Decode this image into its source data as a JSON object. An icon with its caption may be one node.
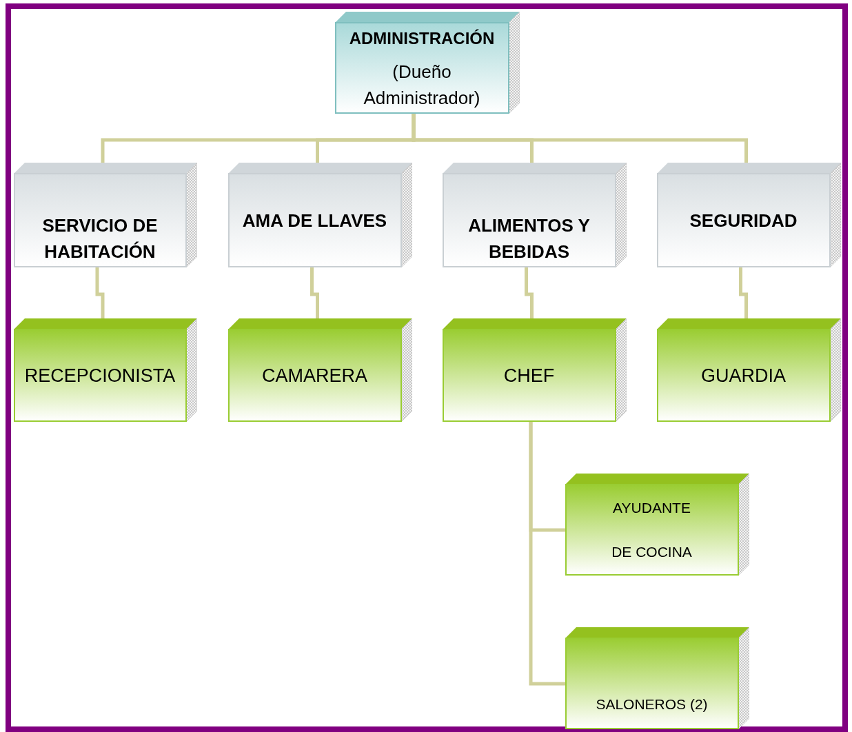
{
  "diagram": {
    "nodes": [
      {
        "text": [
          "ADMINISTRACIÓN",
          "(Dueño Administrador)"
        ]
      },
      {
        "text": [
          "SERVICIO DE HABITACIÓN"
        ]
      },
      {
        "text": [
          "AMA DE LLAVES"
        ]
      },
      {
        "text": [
          "ALIMENTOS Y BEBIDAS"
        ]
      },
      {
        "text": [
          "SEGURIDAD"
        ]
      },
      {
        "text": [
          "RECEPCIONISTA"
        ]
      },
      {
        "text": [
          "CAMARERA"
        ]
      },
      {
        "text": [
          "CHEF"
        ]
      },
      {
        "text": [
          "GUARDIA"
        ]
      },
      {
        "text": [
          "AYUDANTE DE COCINA"
        ]
      },
      {
        "text": [
          "SALONEROS (2)"
        ]
      }
    ],
    "edges": [
      {
        "from": 0,
        "to": 1,
        "arrow": "none"
      },
      {
        "from": 0,
        "to": 2,
        "arrow": "none"
      },
      {
        "from": 0,
        "to": 3,
        "arrow": "none"
      },
      {
        "from": 0,
        "to": 4,
        "arrow": "none"
      },
      {
        "from": 1,
        "to": 5,
        "arrow": "none"
      },
      {
        "from": 2,
        "to": 6,
        "arrow": "none"
      },
      {
        "from": 3,
        "to": 7,
        "arrow": "none"
      },
      {
        "from": 4,
        "to": 8,
        "arrow": "none"
      },
      {
        "from": 7,
        "to": 9,
        "arrow": "none"
      },
      {
        "from": 7,
        "to": 10,
        "arrow": "none"
      }
    ]
  }
}
